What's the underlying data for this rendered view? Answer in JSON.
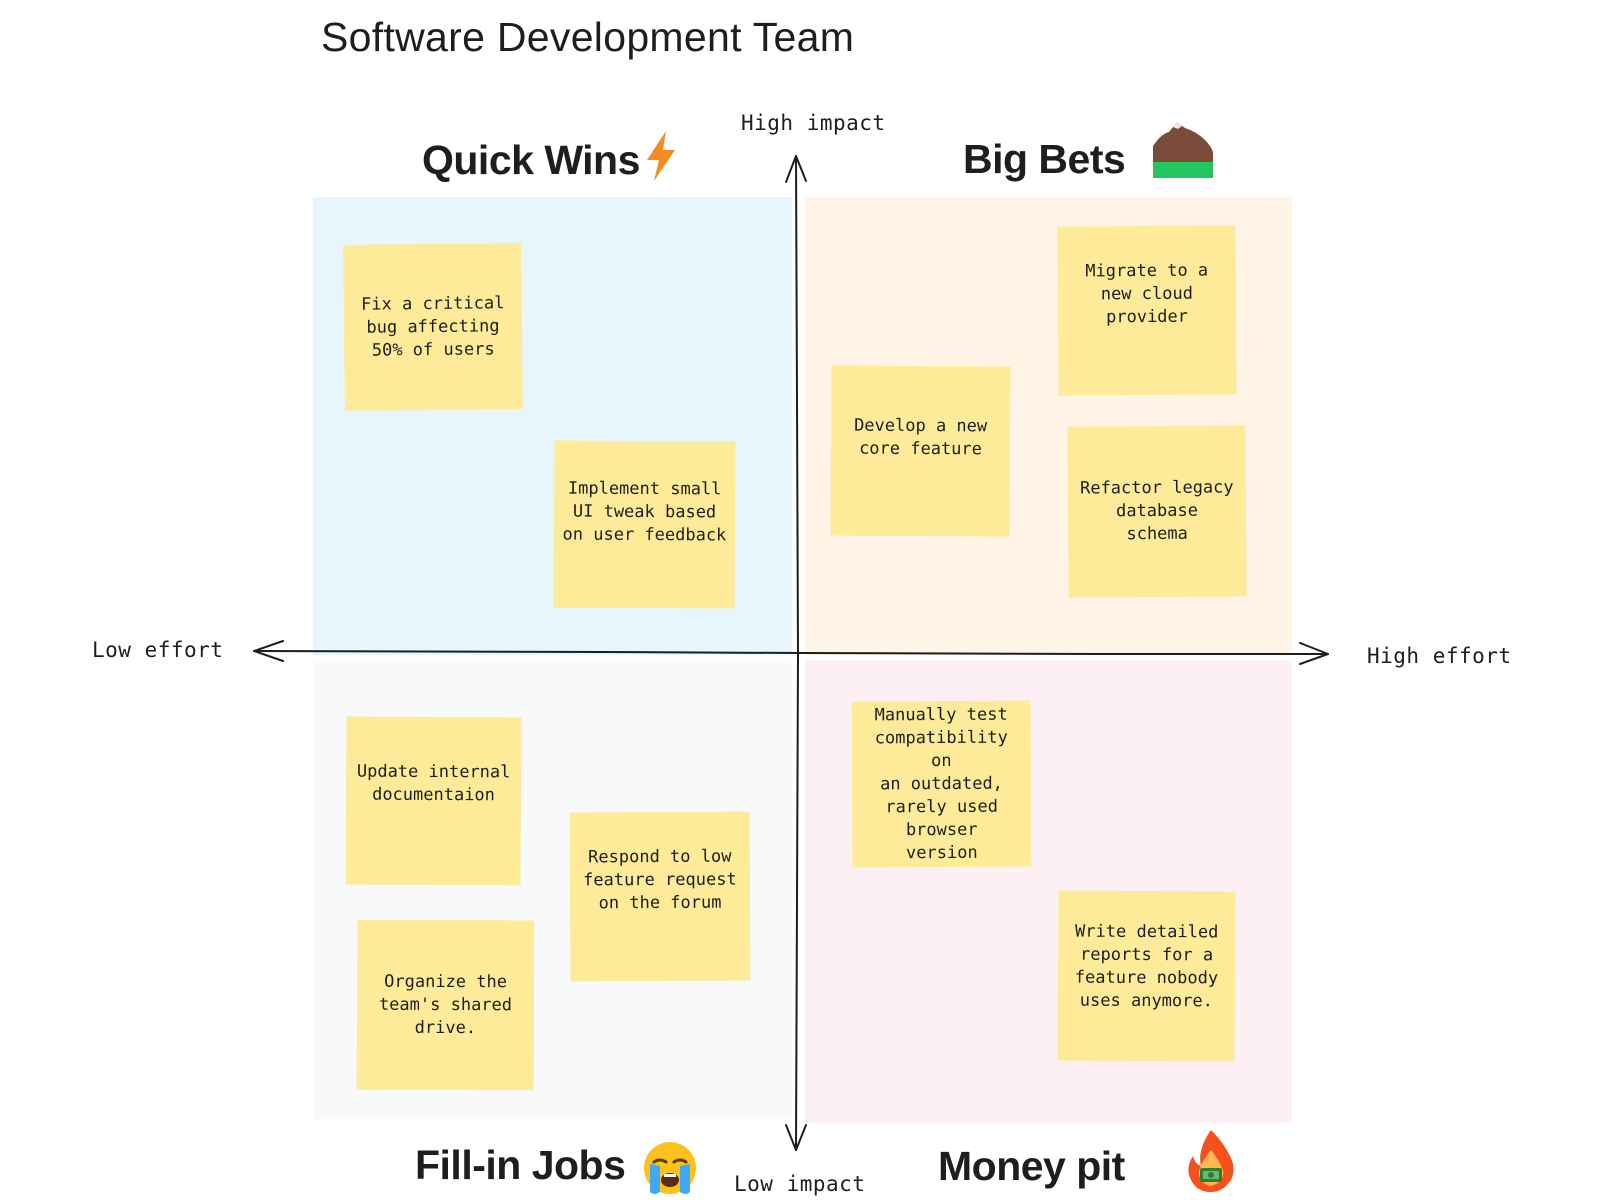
{
  "title": "Software Development Team",
  "axes": {
    "y_top": "High impact",
    "y_bottom": "Low impact",
    "x_left": "Low effort",
    "x_right": "High effort"
  },
  "quadrants": {
    "top_left": {
      "title": "Quick Wins",
      "icon": "lightning-icon",
      "background": "#e7f5fd"
    },
    "top_right": {
      "title": "Big Bets",
      "icon": "mountain-icon",
      "background": "#fff4e6"
    },
    "bottom_left": {
      "title": "Fill-in Jobs",
      "icon": "crying-face-icon",
      "background": "#f7f9fb"
    },
    "bottom_right": {
      "title": "Money pit",
      "icon": "fire-money-icon",
      "background": "#fdf0f4"
    }
  },
  "sticky_color": "#fdeb9a",
  "notes": {
    "quick_wins": [
      "Fix a critical\nbug affecting\n50% of users",
      "Implement small\nUI tweak based\non user feedback"
    ],
    "big_bets": [
      "Migrate to a\nnew cloud\nprovider",
      "Develop a new\ncore feature",
      "Refactor legacy\ndatabase\nschema"
    ],
    "fill_in_jobs": [
      "Update internal\ndocumentaion",
      "Respond to low\nfeature request\non the forum",
      "Organize the\nteam's shared\ndrive."
    ],
    "money_pit": [
      "Manually test\ncompatibility on\nan outdated,\nrarely used browser\nversion",
      "Write detailed\nreports for a\nfeature nobody\nuses anymore."
    ]
  }
}
